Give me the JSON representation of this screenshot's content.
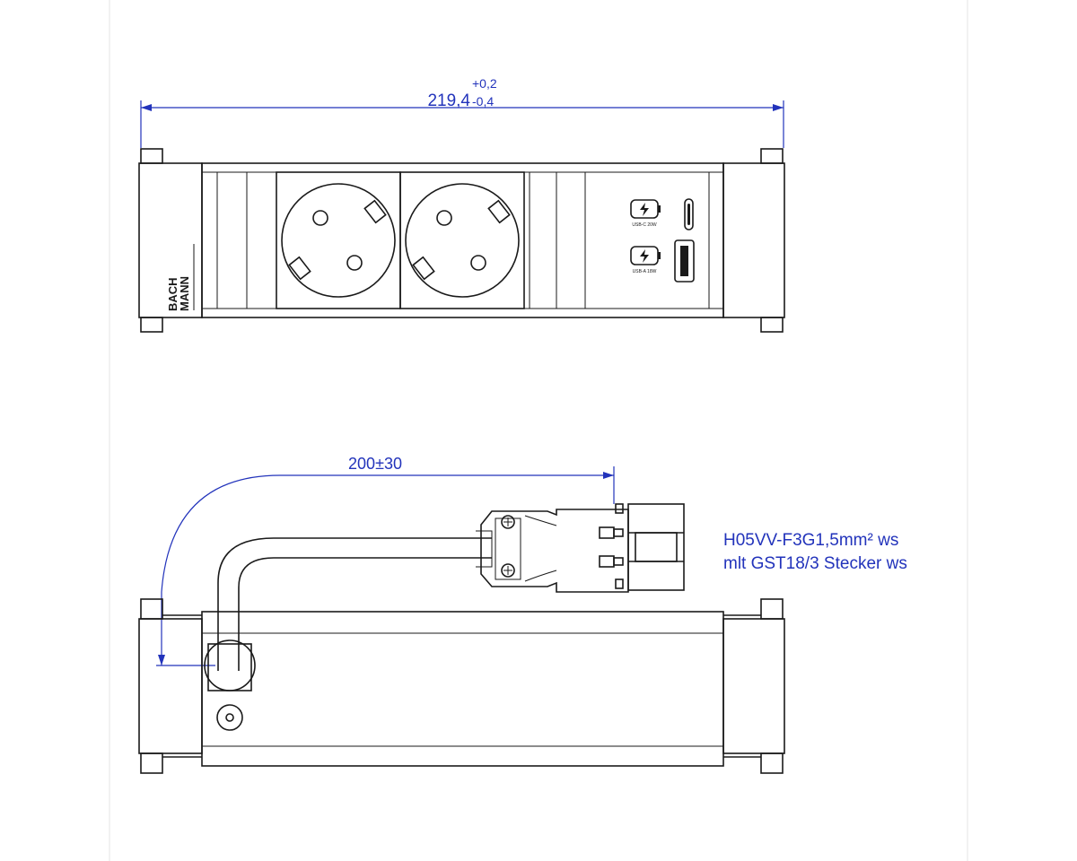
{
  "top_view": {
    "overall_width": {
      "nominal": "219,4",
      "tol_upper": "+0,2",
      "tol_lower": "-0,4"
    },
    "brand_logo": {
      "line1": "BACH",
      "line2": "MANN"
    },
    "usb_ports": [
      {
        "type": "USB-C",
        "label": "USB-C 20W",
        "icon": "charging-icon"
      },
      {
        "type": "USB-A",
        "label": "USB-A 18W",
        "icon": "charging-icon"
      }
    ],
    "socket_count": 2
  },
  "side_view": {
    "cable_length": "200±30",
    "cable_spec_line1": "H05VV-F3G1,5mm² ws",
    "cable_spec_line2": "mlt GST18/3  Stecker ws"
  },
  "colors": {
    "dimension": "#2233bb",
    "outline": "#1a1a1a"
  }
}
